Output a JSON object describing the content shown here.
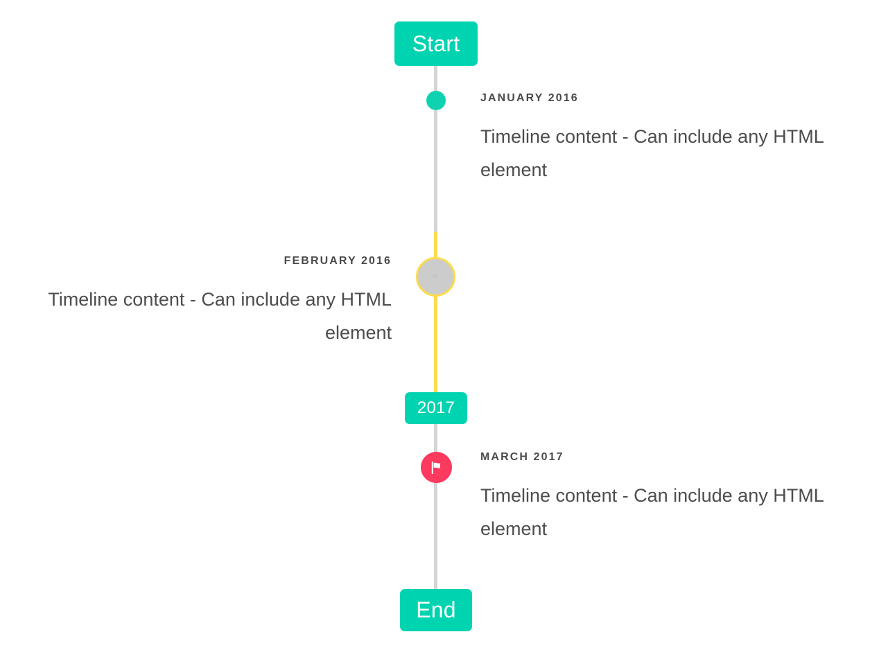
{
  "timeline": {
    "start_badge": {
      "label": "Start"
    },
    "year_badge": {
      "label": "2017"
    },
    "end_badge": {
      "label": "End"
    },
    "entries": [
      {
        "date": "January 2016",
        "body": "Timeline content - Can include any HTML element",
        "side": "right",
        "marker": "dot-icon",
        "marker_color": "#0fd3b0"
      },
      {
        "date": "February 2016",
        "body": "Timeline content - Can include any HTML element",
        "side": "left",
        "marker": "broken-image-icon",
        "marker_color": "#cccccc",
        "marker_ring_color": "#fcdb4d",
        "marker_glyph": "⠶"
      },
      {
        "date": "March 2017",
        "body": "Timeline content - Can include any HTML element",
        "side": "right",
        "marker": "flag-icon",
        "marker_color": "#fc395e"
      }
    ],
    "colors": {
      "accent": "#00d3b0",
      "rail": "#d4d4d4",
      "rail_highlight": "#fcdb4d",
      "flag_marker": "#fc395e",
      "text": "#4d4d4d"
    }
  }
}
